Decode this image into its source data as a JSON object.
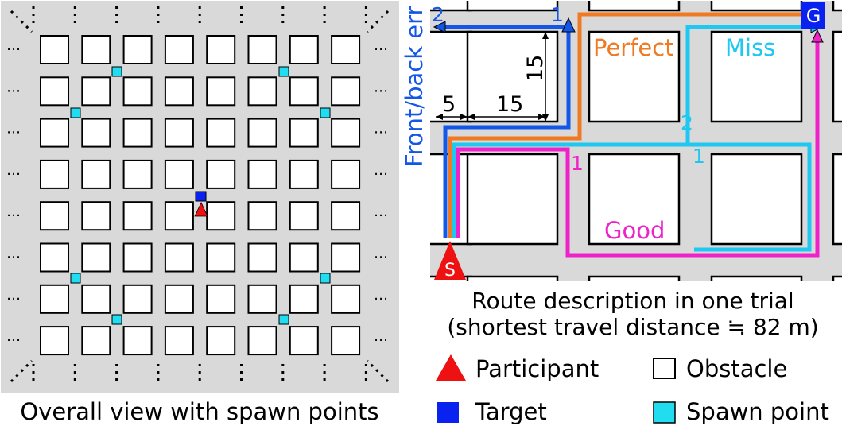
{
  "left_panel": {
    "caption": "Overall view with spawn points",
    "ellipsis": "⋯"
  },
  "right_panel": {
    "caption_line1": "Route description in one trial",
    "caption_line2": "(shortest travel distance ≒ 82 m)",
    "start_label": "S",
    "goal_label": "G",
    "dimensions": {
      "gap": "5",
      "width": "15",
      "height": "15"
    },
    "routes": {
      "perfect": {
        "label": "Perfect",
        "color": "#f07a22"
      },
      "miss": {
        "label": "Miss",
        "color": "#1ec8f0",
        "markers": [
          "2",
          "1"
        ]
      },
      "good": {
        "label": "Good",
        "color": "#ee22c8",
        "markers": [
          "1"
        ]
      },
      "front_back_error": {
        "label": "Front/back err",
        "color": "#1457e6",
        "markers": [
          "2",
          "1"
        ]
      }
    }
  },
  "legend": {
    "participant": {
      "label": "Participant",
      "color": "#ee1111"
    },
    "obstacle": {
      "label": "Obstacle"
    },
    "target": {
      "label": "Target",
      "color": "#0a22f0"
    },
    "spawn_point": {
      "label": "Spawn point",
      "color": "#22dcf0"
    }
  },
  "colors": {
    "ground": "#d9d9d9"
  }
}
